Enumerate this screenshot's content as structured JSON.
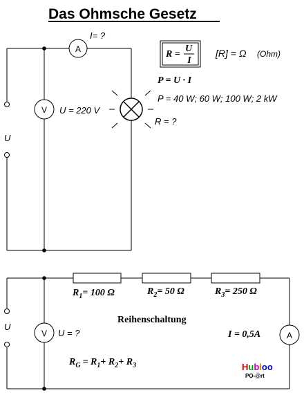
{
  "title": "Das Ohmsche Gesetz",
  "circuit1": {
    "ammeter_symbol": "A",
    "current_label": "I= ?",
    "voltmeter_symbol": "V",
    "voltage_label": "U = 220 V",
    "source_label": "U",
    "resistance_query": "R = ?"
  },
  "formulas": {
    "ohm_R": "R =",
    "ohm_num": "U",
    "ohm_den": "I",
    "unit": "[R] = Ω",
    "unit_note": "(Ohm)",
    "power": "P = U · I",
    "power_values": "P = 40 W; 60 W; 100 W; 2 kW"
  },
  "circuit2": {
    "resistors": [
      {
        "name": "R",
        "index": "1",
        "value": "= 100 Ω"
      },
      {
        "name": "R",
        "index": "2",
        "value": "= 50 Ω"
      },
      {
        "name": "R",
        "index": "3",
        "value": "= 250 Ω"
      }
    ],
    "voltmeter_symbol": "V",
    "voltage_label": "U = ?",
    "source_label": "U",
    "caption": "Reihenschaltung",
    "current_label": "I = 0,5A",
    "ammeter_symbol": "A",
    "total_R": "R",
    "total_sub": "G",
    "total_eq": "= R",
    "term1_sub": "1",
    "plus1": "+ R",
    "term2_sub": "2",
    "plus2": "+ R",
    "term3_sub": "3"
  },
  "logo": {
    "text": "Hubloo",
    "subtext": "PO-@rt"
  }
}
